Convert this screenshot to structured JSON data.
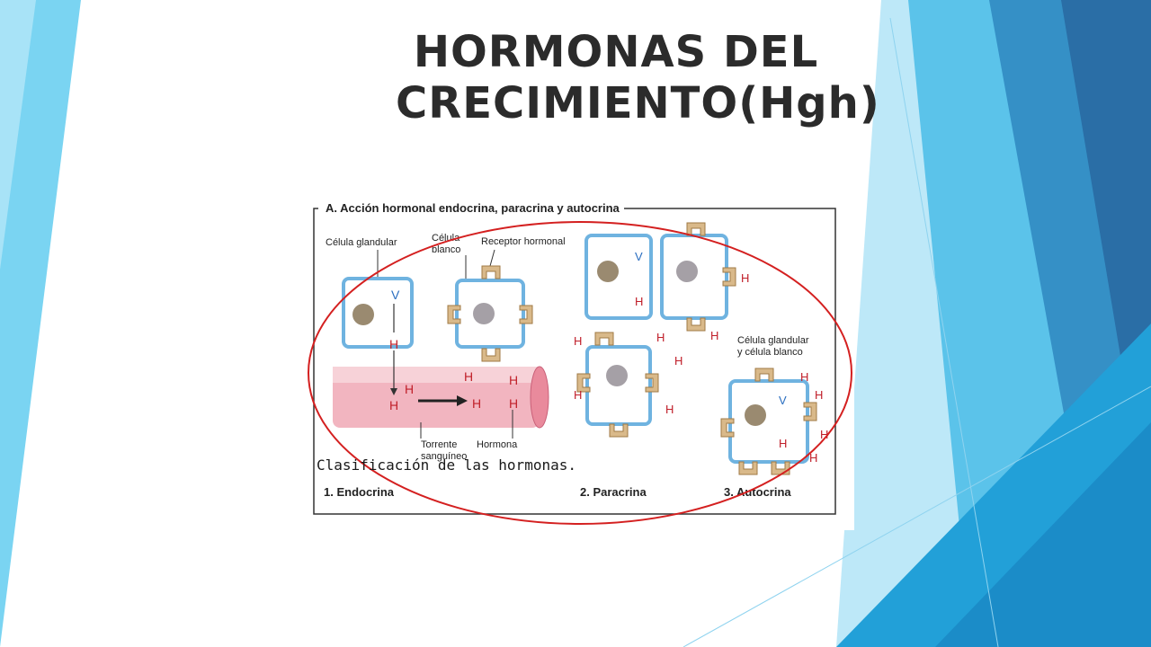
{
  "slide": {
    "title_line1": "HORMONAS DEL",
    "title_line2": "CRECIMIENTO(Hgh)",
    "caption": "Clasificación de las hormonas."
  },
  "figure": {
    "heading": "A. Acción hormonal endocrina, paracrina y autocrina",
    "label_glandular_cell": "Célula glandular",
    "label_target_cell_1": "Célula",
    "label_target_cell_2": "blanco",
    "label_receptor": "Receptor hormonal",
    "label_bloodstream_1": "Torrente",
    "label_bloodstream_2": "sanguíneo",
    "label_hormone": "Hormona",
    "label_glandular_target_1": "Célula glandular",
    "label_glandular_target_2": "y célula blanco",
    "symbol_v": "V",
    "symbol_h": "H",
    "type_1": "1. Endocrina",
    "type_2": "2. Paracrina",
    "type_3": "3. Autocrina"
  },
  "colors": {
    "cell_border": "#6fb3e0",
    "nucleus": "#9a8a70",
    "receptor": "#d9b98a",
    "hormone_text": "#c0202a",
    "annotation_ellipse": "#d42020",
    "accent_blue_dark": "#2a6ea6",
    "accent_blue_light": "#5fc6ec"
  }
}
